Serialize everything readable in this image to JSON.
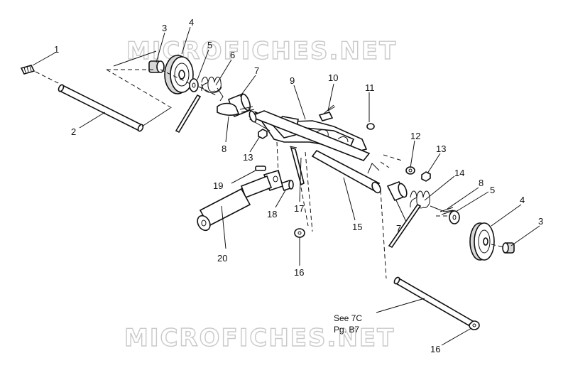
{
  "watermark": "MICROFICHES.NET",
  "note": {
    "line1": "See 7C",
    "line2": "Pg. B7"
  },
  "callouts": {
    "c1": "1",
    "c2": "2",
    "c3a": "3",
    "c4a": "4",
    "c5a": "5",
    "c6": "6",
    "c7a": "7",
    "c8a": "8",
    "c9": "9",
    "c10": "10",
    "c11": "11",
    "c12": "12",
    "c13a": "13",
    "c13b": "13",
    "c14": "14",
    "c8b": "8",
    "c5b": "5",
    "c4b": "4",
    "c3b": "3",
    "c19": "19",
    "c18": "18",
    "c17": "17",
    "c15": "15",
    "c7b": "7",
    "c20": "20",
    "c16a": "16",
    "c16b": "16"
  }
}
